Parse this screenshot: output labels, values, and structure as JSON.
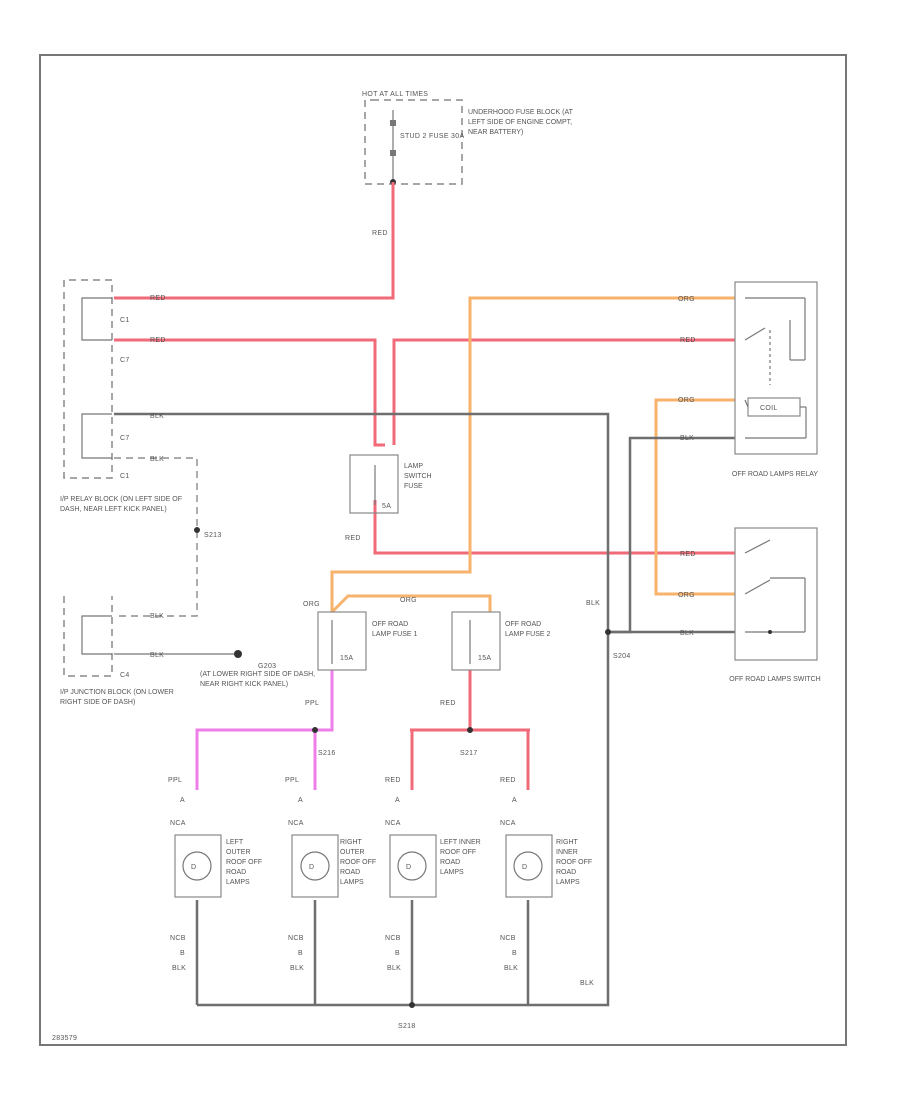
{
  "diagram": {
    "fuse_block_underhood": {
      "hot_label": "HOT AT ALL TIMES",
      "fuse_label": "STUD 2 FUSE 30A",
      "location": "UNDERHOOD FUSE BLOCK (AT LEFT SIDE OF ENGINE COMPT, NEAR BATTERY)"
    },
    "wires": {
      "red": "RED",
      "org": "ORG",
      "blk": "BLK",
      "ppl": "PPL"
    },
    "ip_relay_block": {
      "pins": [
        "C1",
        "C7",
        "C7",
        "C1"
      ],
      "location": "I/P RELAY BLOCK (ON LEFT SIDE OF DASH, NEAR LEFT KICK PANEL)"
    },
    "ip_junction_block": {
      "pin": "C4",
      "location": "I/P JUNCTION BLOCK (ON LOWER RIGHT SIDE OF DASH)"
    },
    "lamp_switch_fuse": {
      "label": "LAMP SWITCH FUSE",
      "rating": "5A"
    },
    "off_road_fuse_1": {
      "label": "OFF ROAD LAMP FUSE 1",
      "rating": "15A"
    },
    "off_road_fuse_2": {
      "label": "OFF ROAD LAMP FUSE 2",
      "rating": "15A"
    },
    "relay_label": "OFF ROAD LAMPS RELAY",
    "relay_coil": "COIL",
    "switch_label": "OFF ROAD LAMPS SWITCH",
    "splices": {
      "s213": "S213",
      "s204": "S204",
      "s216": "S216",
      "s217": "S217",
      "s218": "S218"
    },
    "ground": {
      "id": "G203",
      "location": "(AT LOWER RIGHT SIDE OF DASH, NEAR RIGHT KICK PANEL)"
    },
    "lamps": [
      {
        "label": "LEFT OUTER ROOF OFF ROAD LAMPS",
        "wire": "PPL"
      },
      {
        "label": "RIGHT OUTER ROOF OFF ROAD LAMPS",
        "wire": "PPL"
      },
      {
        "label": "LEFT INNER ROOF OFF ROAD LAMPS",
        "wire": "RED"
      },
      {
        "label": "RIGHT INNER ROOF OFF ROAD LAMPS",
        "wire": "RED"
      }
    ],
    "lamp_pins": {
      "a": "A",
      "b": "B",
      "nca": "NCA",
      "ncb": "NCB"
    },
    "diagram_id": "283579"
  },
  "colors": {
    "red": "#f06a78",
    "orange": "#f7b26b",
    "black": "#6f6f6f",
    "purple": "#ee7fe8"
  }
}
